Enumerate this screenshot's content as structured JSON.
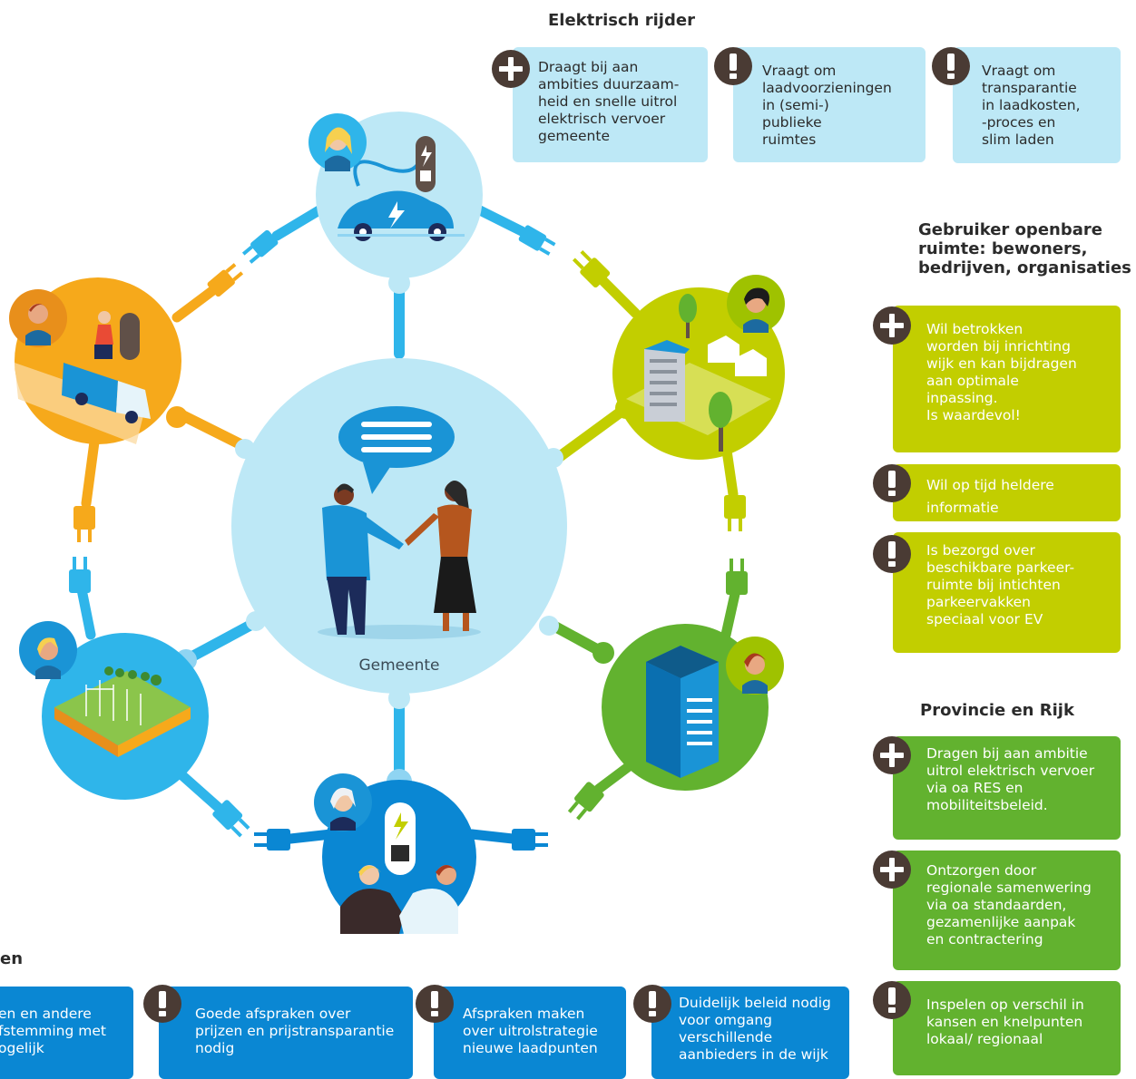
{
  "center": {
    "label": "Gemeente"
  },
  "electric_driver": {
    "title": "Elektrisch rijder",
    "cards": [
      {
        "icon": "plus-icon",
        "text": "Draagt bij aan\nambities duurzaam-\nheid en snelle uitrol\nelektrisch vervoer\ngemeente"
      },
      {
        "icon": "exclamation-icon",
        "text": "Vraagt om\nlaadvoorzieningen\nin (semi-)\npublieke\nruimtes"
      },
      {
        "icon": "exclamation-icon",
        "text": "Vraagt om\ntransparantie\nin laadkosten,\n-proces en\nslim laden"
      }
    ]
  },
  "public_space_users": {
    "title": "Gebruiker openbare\nruimte: bewoners,\nbedrijven, organisaties",
    "cards": [
      {
        "icon": "plus-icon",
        "text": "Wil betrokken\nworden bij inrichting\nwijk en kan bijdragen\naan optimale\ninpassing.\nIs waardevol!"
      },
      {
        "icon": "exclamation-icon",
        "text": "Wil op tijd heldere\ninformatie"
      },
      {
        "icon": "exclamation-icon",
        "text": "Is bezorgd over\nbeschikbare parkeer-\nruimte bij intichten\nparkeervakken\nspeciaal voor EV"
      }
    ]
  },
  "province": {
    "title": "Provincie en Rijk",
    "cards": [
      {
        "icon": "plus-icon",
        "text": "Dragen bij aan ambitie\nuitrol elektrisch vervoer\nvia oa RES en\nmobiliteitsbeleid."
      },
      {
        "icon": "plus-icon",
        "text": "Ontzorgen door\nregionale samenwering\nvia oa standaarden,\ngezamenlijke aanpak\nen contractering"
      },
      {
        "icon": "exclamation-icon",
        "text": "Inspelen op verschil in\nkansen en knelpunten\nlokaal/ regionaal"
      }
    ]
  },
  "bottom": {
    "title_fragment": "en",
    "cards": [
      {
        "text": "en en andere\nfstemming met\nogelijk"
      },
      {
        "icon": "exclamation-icon",
        "text": "Goede afspraken over\nprijzen en prijstransparantie\nnodig"
      },
      {
        "icon": "exclamation-icon",
        "text": "Afspraken maken\nover uitrolstrategie\nnieuwe laadpunten"
      },
      {
        "icon": "exclamation-icon",
        "text": "Duidelijk beleid nodig\nvoor omgang\nverschillende\naanbieders in de wijk"
      }
    ]
  },
  "colors": {
    "light_blue": "#bde8f6",
    "sky": "#2fb5ea",
    "blue": "#0a87d3",
    "orange": "#f6a91b",
    "lime": "#c2ce00",
    "green": "#62b22f",
    "badge": "#4a3b34"
  }
}
